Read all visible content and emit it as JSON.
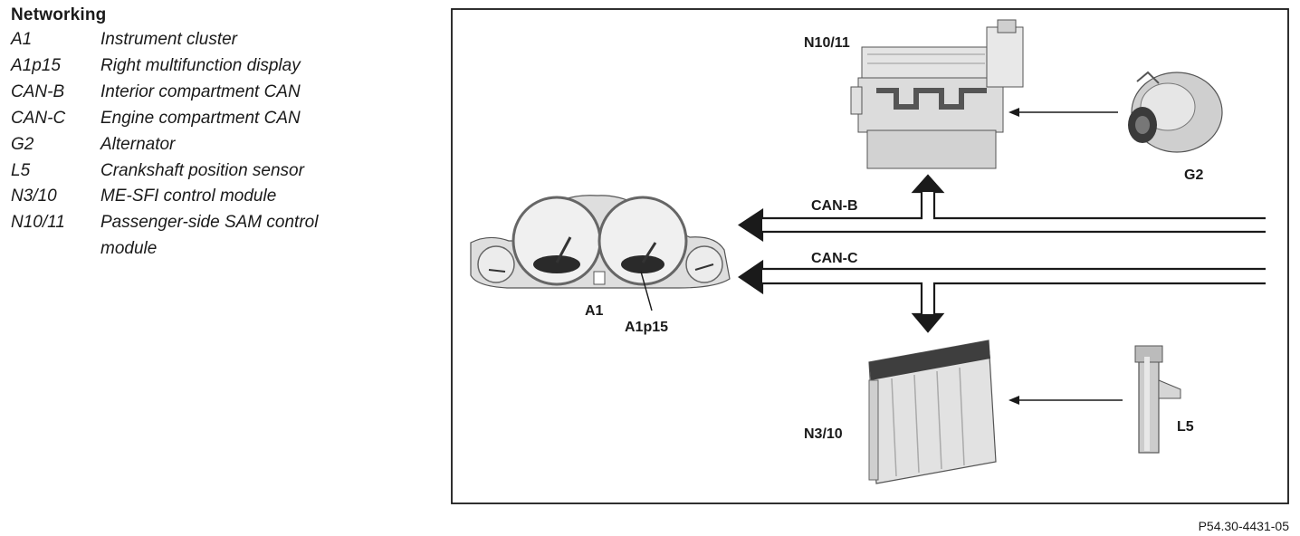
{
  "legend": {
    "title": "Networking",
    "items": [
      {
        "code": "A1",
        "desc": "Instrument cluster"
      },
      {
        "code": "A1p15",
        "desc": "Right multifunction display"
      },
      {
        "code": "CAN-B",
        "desc": "Interior compartment CAN"
      },
      {
        "code": "CAN-C",
        "desc": "Engine compartment CAN"
      },
      {
        "code": "G2",
        "desc": "Alternator"
      },
      {
        "code": "L5",
        "desc": "Crankshaft position sensor"
      },
      {
        "code": "N3/10",
        "desc": "ME-SFI control module"
      },
      {
        "code": "N10/11",
        "desc": "Passenger-side SAM control module"
      }
    ]
  },
  "diagram": {
    "labels": {
      "n10_11": "N10/11",
      "g2": "G2",
      "can_b": "CAN-B",
      "can_c": "CAN-C",
      "a1": "A1",
      "a1p15": "A1p15",
      "n3_10": "N3/10",
      "l5": "L5"
    },
    "figure_id": "P54.30-4431-05"
  },
  "colors": {
    "line": "#1a1a1a",
    "component_fill": "#d8d8d8",
    "component_dark": "#555555"
  }
}
